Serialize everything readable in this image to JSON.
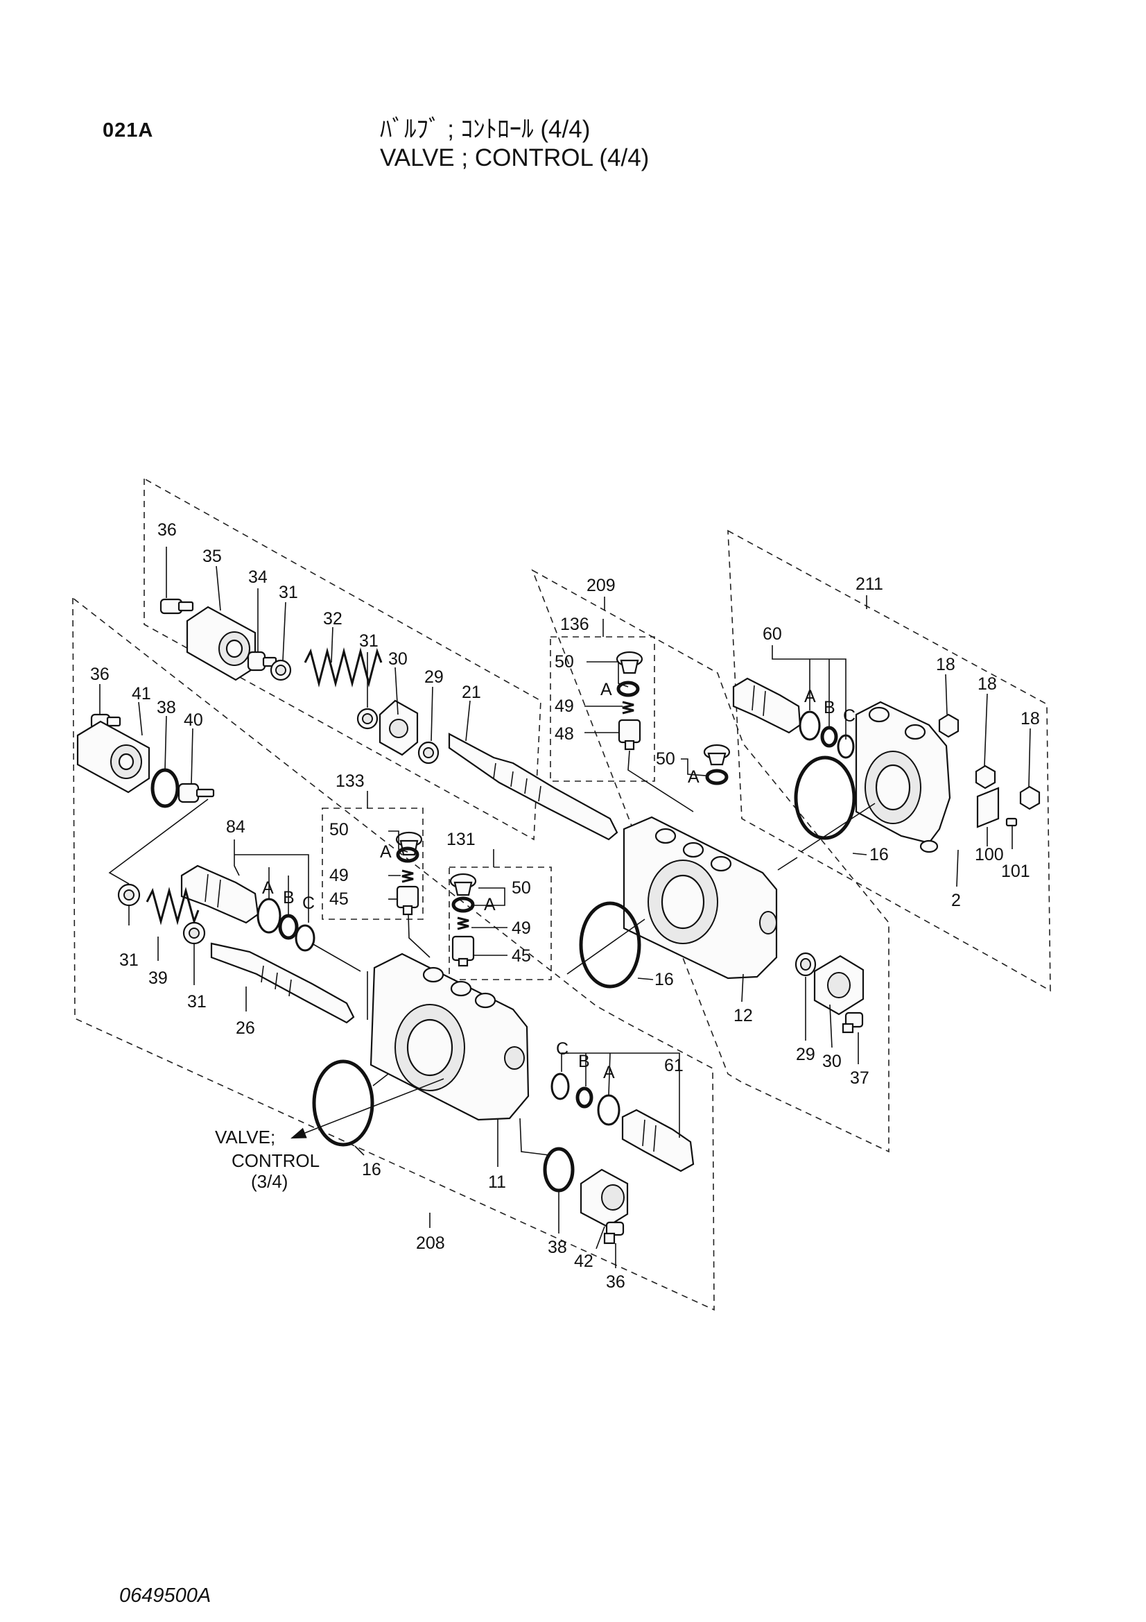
{
  "header": {
    "page_code": "021A",
    "title_jp": "ﾊﾞﾙﾌﾞ ; ｺﾝﾄﾛｰﾙ (4/4)",
    "title_en": "VALVE ; CONTROL (4/4)"
  },
  "footer": {
    "drawing_number": "0649500A"
  },
  "callouts": {
    "c36a": "36",
    "c35": "35",
    "c34": "34",
    "c31a": "31",
    "c32": "32",
    "c31b": "31",
    "c30a": "30",
    "c29a": "29",
    "c21": "21",
    "c36b": "36",
    "c41": "41",
    "c38a": "38",
    "c40": "40",
    "c84": "84",
    "c84A": "A",
    "c84B": "B",
    "c84C": "C",
    "c31c": "31",
    "c39": "39",
    "c31d": "31",
    "c26": "26",
    "c133": "133",
    "c133_50": "50",
    "c133_A": "A",
    "c133_49": "49",
    "c133_45": "45",
    "c131": "131",
    "c131_50": "50",
    "c131_A": "A",
    "c131_49": "49",
    "c131_45": "45",
    "c209": "209",
    "c136": "136",
    "c136_50": "50",
    "c136_A": "A",
    "c136_49": "49",
    "c136_48": "48",
    "c50b": "50",
    "c50bA": "A",
    "c211": "211",
    "c60": "60",
    "c60A": "A",
    "c60B": "B",
    "c60C": "C",
    "c18a": "18",
    "c18b": "18",
    "c18c": "18",
    "c16a": "16",
    "c100": "100",
    "c101": "101",
    "c2": "2",
    "c16b": "16",
    "c12": "12",
    "c29b": "29",
    "c30b": "30",
    "c37": "37",
    "c61": "61",
    "c61A": "A",
    "c61B": "B",
    "c61C": "C",
    "c16c": "16",
    "c11": "11",
    "c38b": "38",
    "c42": "42",
    "c36c": "36",
    "c208": "208",
    "valve_ref_line1": "VALVE;",
    "valve_ref_line2": "CONTROL",
    "valve_ref_line3": "(3/4)"
  }
}
